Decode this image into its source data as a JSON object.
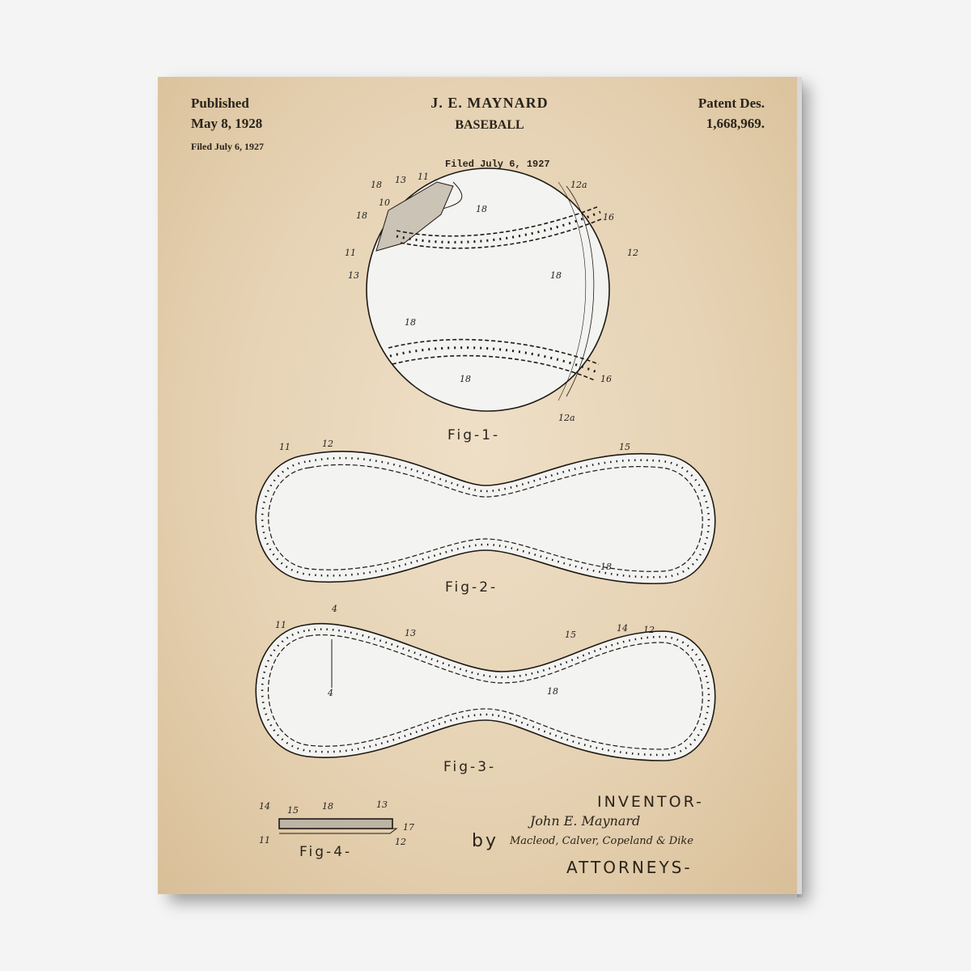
{
  "header": {
    "left": {
      "line1": "Published",
      "line2": "May 8, 1928",
      "line3": "Filed July 6, 1927"
    },
    "center": {
      "inventor": "J. E. MAYNARD",
      "title": "BASEBALL"
    },
    "right": {
      "line1": "Patent Des.",
      "line2": "1,668,969."
    }
  },
  "drawing": {
    "filed_note": "Filed July 6, 1927",
    "fig1": "Fig-1-",
    "fig2": "Fig-2-",
    "fig3": "Fig-3-",
    "fig4": "Fig-4-",
    "ref_numerals": [
      "18",
      "13",
      "11",
      "10",
      "18",
      "11",
      "13",
      "12a",
      "18",
      "16",
      "12",
      "18",
      "18",
      "18",
      "16",
      "12a",
      "11",
      "12",
      "15",
      "18",
      "4",
      "4",
      "11",
      "13",
      "15",
      "14",
      "12",
      "18",
      "15",
      "18",
      "13",
      "14",
      "17",
      "11",
      "12"
    ]
  },
  "footer": {
    "inventor_label": "INVENTOR-",
    "inventor_signature": "John E. Maynard",
    "by": "by",
    "attorneys_signature": "Macleod, Calver, Copeland & Dike",
    "attorneys_label": "ATTORNEYS-"
  },
  "colors": {
    "paper": "#e6d2b3",
    "ink": "#2a241c",
    "ball": "#f3f3f1"
  }
}
